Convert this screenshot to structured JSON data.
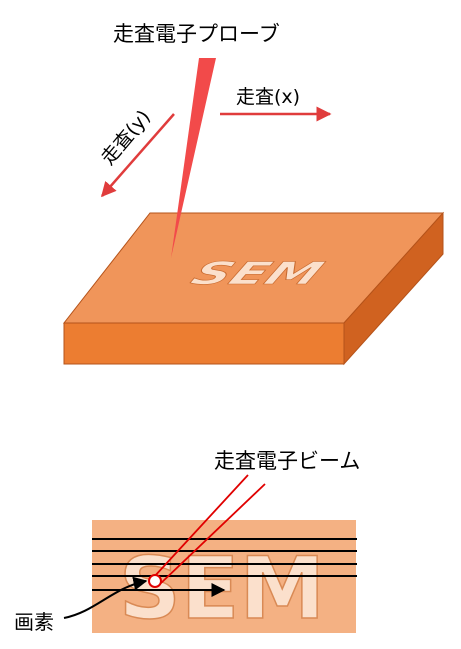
{
  "top": {
    "probe_label": "走査電子プローブ",
    "scan_x_label": "走査(x)",
    "scan_y_label": "走査(y)",
    "specimen_text": "SEM"
  },
  "bottom": {
    "beam_label": "走査電子ビーム",
    "pixel_label": "画素",
    "specimen_text": "SEM",
    "scan_line_count": 5
  },
  "colors": {
    "slab_top": "#f0955a",
    "slab_front": "#ec7d31",
    "slab_side": "#d06220",
    "slab_outline": "#b5531a",
    "probe": "#f24a4a",
    "arrow": "#e03c3c",
    "sample_bg": "#f4b183",
    "sample_text": "#fbe0cc",
    "beam": "#e00000",
    "scan_line": "#000000"
  }
}
